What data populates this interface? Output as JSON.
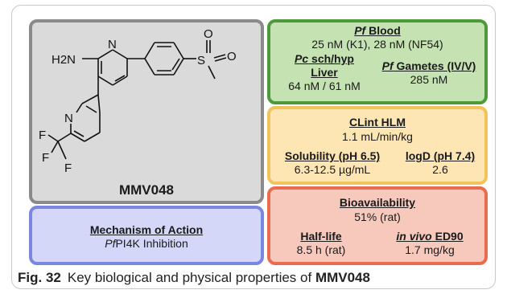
{
  "structure": {
    "compound_name": "MMV048",
    "atoms": {
      "amine": "H2N",
      "n_top": "N",
      "n_lower": "N",
      "sulfur": "S",
      "o_top": "O",
      "o_right": "O",
      "f1": "F",
      "f2": "F",
      "f3": "F"
    }
  },
  "moa": {
    "title": "Mechanism of Action",
    "value_prefix": "Pf",
    "value_rest": "PI4K Inhibition"
  },
  "blood": {
    "title_prefix": "Pf",
    "title_rest": " Blood",
    "value": "25 nM (K1), 28 nM (NF54)",
    "liver_title_prefix": "Pc",
    "liver_title_rest": " sch/hyp",
    "liver_title_line2": "Liver",
    "liver_value": "64 nM / 61 nM",
    "gametes_title_prefix": "Pf",
    "gametes_title_rest": " Gametes (IV/V)",
    "gametes_value": "285 nM"
  },
  "hlm": {
    "title": "CLint HLM",
    "value": "1.1 mL/min/kg",
    "solubility_title": "Solubility (pH 6.5)",
    "solubility_value": "6.3-12.5 µg/mL",
    "logd_title": "logD (pH 7.4)",
    "logd_value": "2.6"
  },
  "bio": {
    "title": "Bioavailability",
    "value": "51% (rat)",
    "halflife_title": "Half-life",
    "halflife_value": "8.5 h (rat)",
    "ed90_title_prefix": "in vivo",
    "ed90_title_rest": " ED90",
    "ed90_value": "1.7 mg/kg"
  },
  "caption": {
    "label": "Fig. 32",
    "text": "Key biological and physical properties of ",
    "compound": "MMV048"
  },
  "colors": {
    "structure_bg": "#dadada",
    "moa_bg": "#d4d7f7",
    "blood_bg": "#c5e3b2",
    "hlm_bg": "#fde6b4",
    "bio_bg": "#f7c9bd"
  }
}
